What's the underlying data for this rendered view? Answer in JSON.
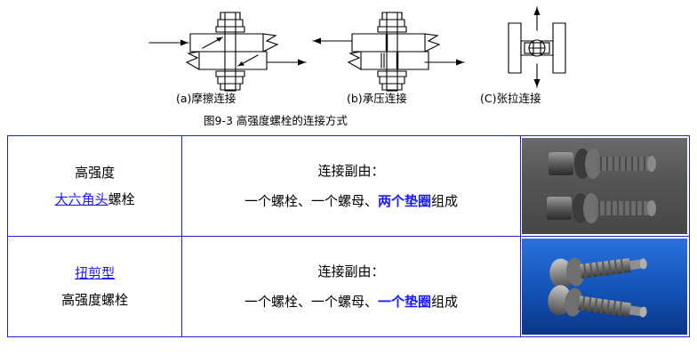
{
  "figure": {
    "title": "图9-3  高强度螺栓的连接方式",
    "sublabels": [
      {
        "id": "a",
        "text": "(a)摩擦连接"
      },
      {
        "id": "b",
        "text": "(b)承压连接"
      },
      {
        "id": "c",
        "text": "(C)张拉连接"
      }
    ],
    "diagram_names": [
      "friction-connection-diagram",
      "bearing-connection-diagram",
      "tension-connection-diagram"
    ]
  },
  "table": {
    "border_color": "#2222cc",
    "rows": [
      {
        "left": {
          "line1_plain": "高强度",
          "line2_link": "大六角头",
          "line2_plain": "螺栓"
        },
        "middle": {
          "line1": "连接副由：",
          "line2_prefix": "一个螺栓、一个螺母、",
          "line2_accent": "两个垫圈",
          "line2_suffix": "组成"
        },
        "photo": {
          "name": "hex-head-bolt-photo",
          "alt": "大六角头高强度螺栓实物照片"
        }
      },
      {
        "left": {
          "line1_link": "扭剪型",
          "line2_plain": "高强度螺栓"
        },
        "middle": {
          "line1": "连接副由：",
          "line2_prefix": "一个螺栓、一个螺母、",
          "line2_accent": "一个垫圈",
          "line2_suffix": "组成"
        },
        "photo": {
          "name": "torshear-bolt-photo",
          "alt": "扭剪型高强度螺栓实物照片"
        }
      }
    ]
  },
  "colors": {
    "accent_blue": "#1a1aff",
    "border_blue": "#2222cc",
    "photo2_bg": "#1550b8"
  }
}
